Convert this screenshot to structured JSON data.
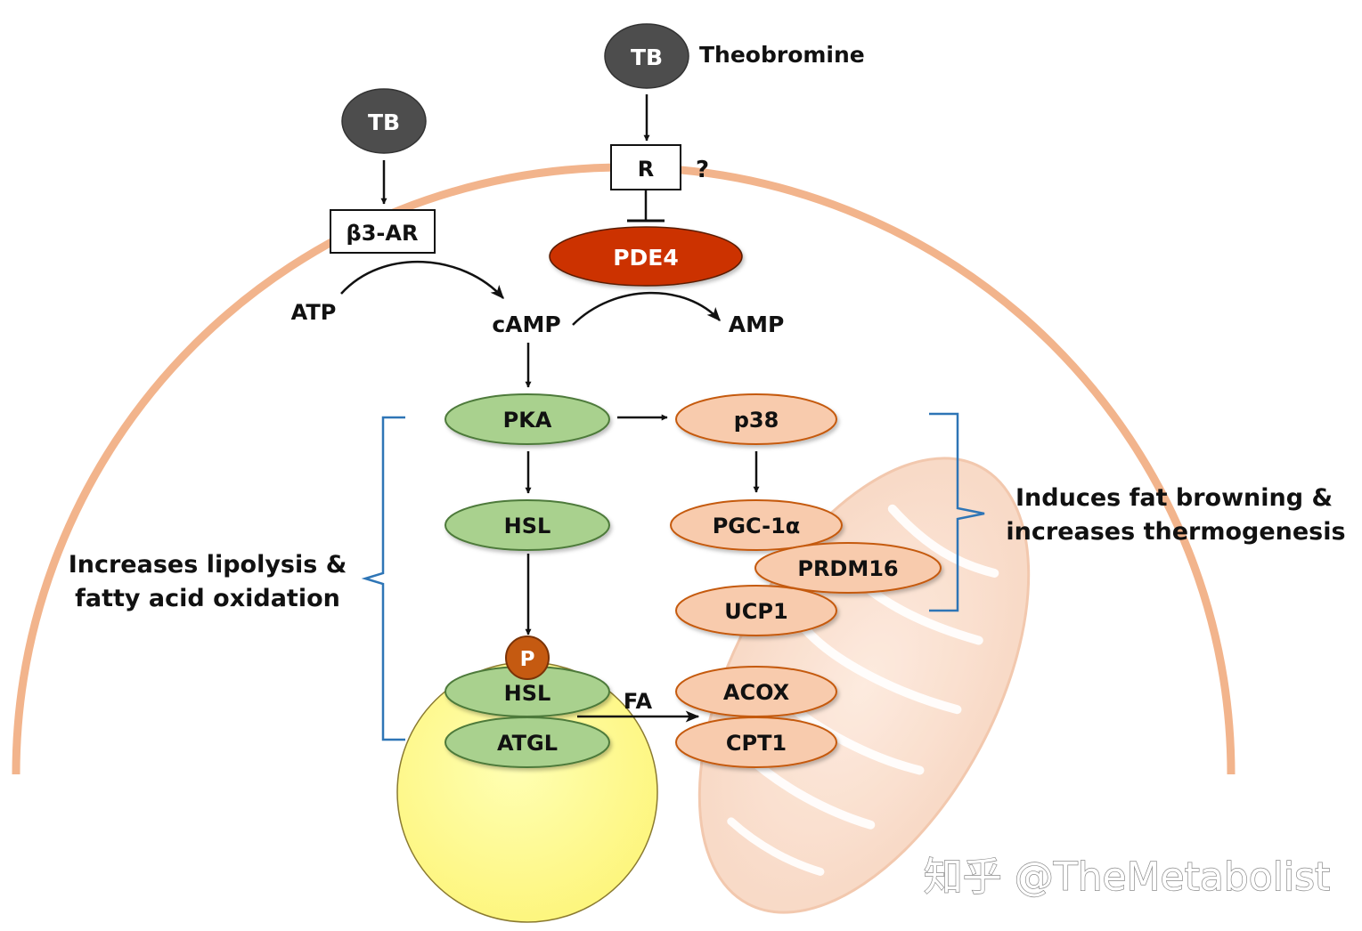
{
  "labels": {
    "tb_left": "TB",
    "tb_top": "TB",
    "theobromine": "Theobromine",
    "receptor": "R",
    "question": "?",
    "beta3ar": "β3-AR",
    "pde4": "PDE4",
    "atp": "ATP",
    "camp": "cAMP",
    "amp": "AMP",
    "pka": "PKA",
    "hsl": "HSL",
    "p": "P",
    "hsl_p": "HSL",
    "atgl": "ATGL",
    "p38": "p38",
    "pgc1a": "PGC-1α",
    "prdm16": "PRDM16",
    "ucp1": "UCP1",
    "acox": "ACOX",
    "cpt1": "CPT1",
    "fa": "FA",
    "left_note_1": "Increases lipolysis &",
    "left_note_2": "fatty acid oxidation",
    "right_note_1": "Induces fat browning &",
    "right_note_2": "increases thermogenesis",
    "watermark": "知乎 @TheMetabolist"
  },
  "colors": {
    "membrane": "#f2b48c",
    "tb_node": "#4d4d4d",
    "pde4": "#cc3300",
    "green_node": "#a9d18e",
    "green_stroke": "#4e7a3a",
    "orange_node": "#f8cbad",
    "orange_stroke": "#c55a11",
    "phospho": "#c55a11",
    "lipid_droplet": "#ffff99",
    "mitochondrion": "#fbe5d6",
    "bracket": "#2e75b6"
  }
}
